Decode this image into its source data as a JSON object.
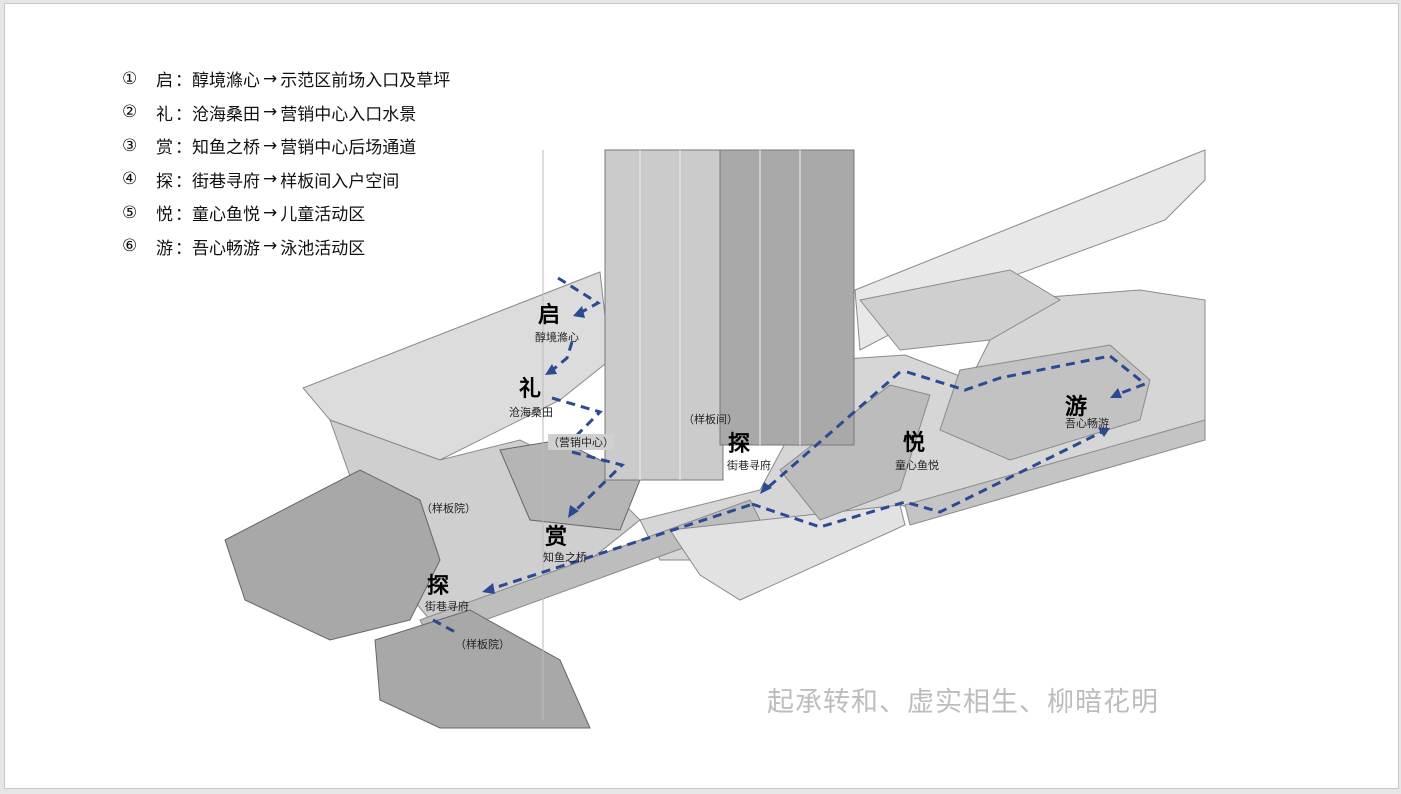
{
  "legend": [
    {
      "num": "①",
      "key": "启",
      "name": "醇境滌心",
      "arrow": "→",
      "desc": "示范区前场入口及草坪"
    },
    {
      "num": "②",
      "key": "礼",
      "name": "沧海桑田",
      "arrow": "→",
      "desc": "营销中心入口水景"
    },
    {
      "num": "③",
      "key": "赏",
      "name": "知鱼之桥",
      "arrow": "→",
      "desc": "营销中心后场通道"
    },
    {
      "num": "④",
      "key": "探",
      "name": "街巷寻府",
      "arrow": "→",
      "desc": "样板间入户空间"
    },
    {
      "num": "⑤",
      "key": "悦",
      "name": "童心鱼悦",
      "arrow": "→",
      "desc": "儿童活动区"
    },
    {
      "num": "⑥",
      "key": "游",
      "name": "吾心畅游",
      "arrow": "→",
      "desc": "泳池活动区"
    }
  ],
  "labels": {
    "qi": {
      "big": "启",
      "small": "醇境滌心"
    },
    "li": {
      "big": "礼",
      "small": "沧海桑田"
    },
    "shang": {
      "big": "赏",
      "small": "知鱼之桥"
    },
    "tan1": {
      "big": "探",
      "small": "街巷寻府"
    },
    "tan2": {
      "big": "探",
      "small": "街巷寻府"
    },
    "yue": {
      "big": "悦",
      "small": "童心鱼悦"
    },
    "you": {
      "big": "游",
      "small": "吾心畅游"
    },
    "sales_center": "（营销中心）",
    "show_flat": "（样板间）",
    "show_court1": "（样板院）",
    "show_court2": "（样板院）"
  },
  "tagline": "起承转和、虚实相生、柳暗花明",
  "colors": {
    "route": "#2b4a92",
    "tagline": "#bdbdbd",
    "building": "#9a9a9a"
  }
}
